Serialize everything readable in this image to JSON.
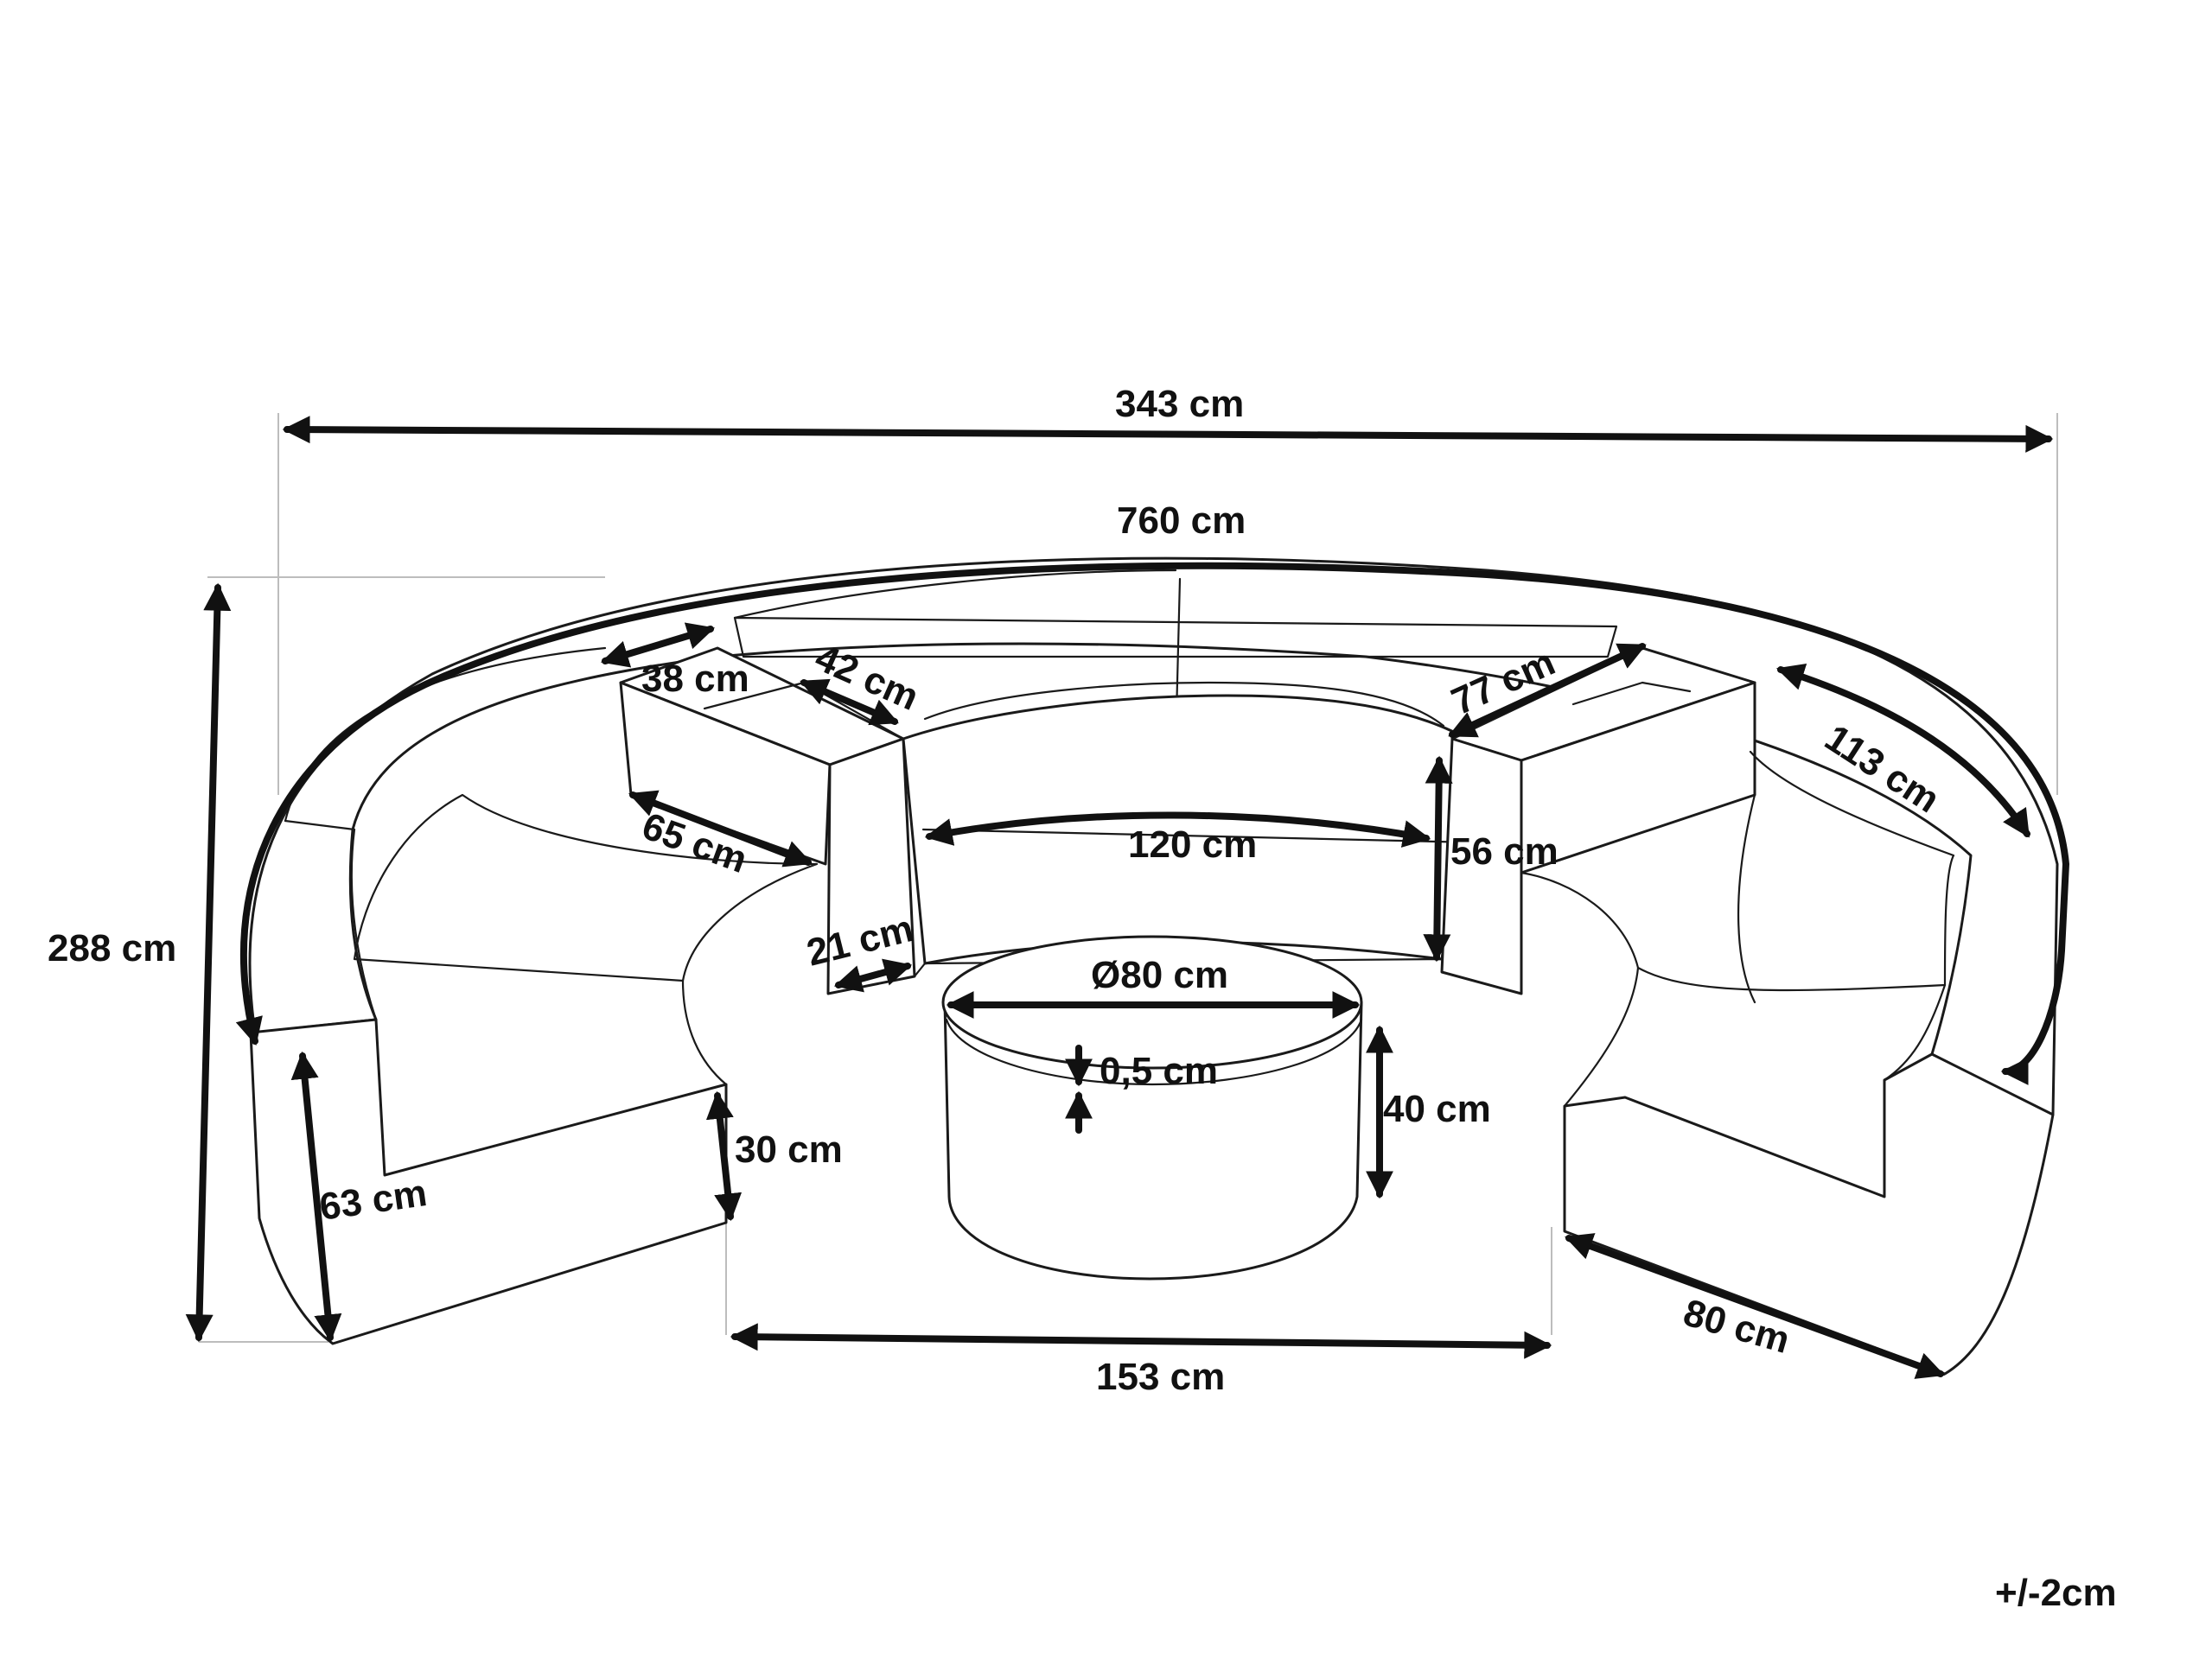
{
  "tolerance": "+/-2cm",
  "dimensions": {
    "overall_width": "343 cm",
    "arc_length": "760 cm",
    "overall_depth": "288 cm",
    "armrest_width": "38 cm",
    "armrest_length": "42 cm",
    "corner_depth": "77 cm",
    "curved_back": "113 cm",
    "seat_depth": "65 cm",
    "center_seat_width": "120 cm",
    "backrest_height": "56 cm",
    "arm_thickness": "21 cm",
    "table_diameter": "Ø80 cm",
    "table_top": "0,5 cm",
    "table_height": "40 cm",
    "seat_height": "30 cm",
    "total_height": "63 cm",
    "end_depth": "80 cm",
    "opening_width": "153 cm"
  }
}
